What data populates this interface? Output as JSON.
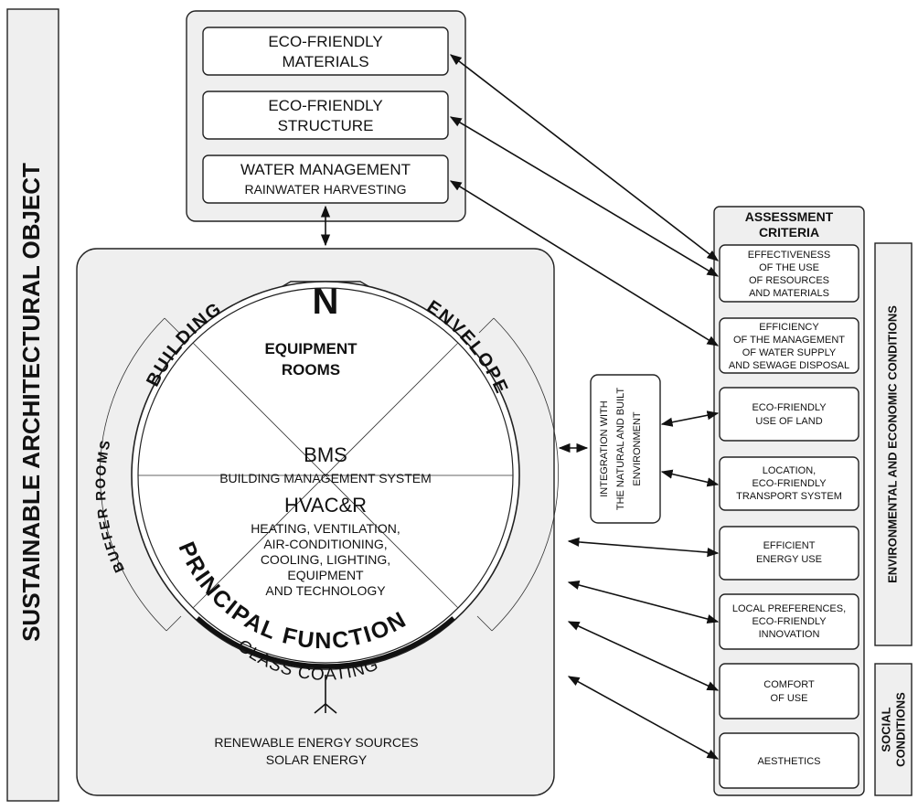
{
  "left_panel": {
    "title": "SUSTAINABLE ARCHITECTURAL OBJECT"
  },
  "top_group": {
    "boxes": [
      {
        "line1": "ECO-FRIENDLY",
        "line2": "MATERIALS"
      },
      {
        "line1": "ECO-FRIENDLY",
        "line2": "STRUCTURE"
      },
      {
        "line1": "WATER MANAGEMENT",
        "line2": "RAINWATER HARVESTING"
      }
    ]
  },
  "building": {
    "north": "N",
    "arc_left": "BUILDING",
    "arc_right": "ENVELOPE",
    "buffer": "BUFFER ROOMS",
    "equipment": [
      "EQUIPMENT",
      "ROOMS"
    ],
    "bms_title": "BMS",
    "bms_sub": "BUILDING MANAGEMENT SYSTEM",
    "hvac_title": "HVAC&R",
    "hvac_lines": [
      "HEATING, VENTILATION,",
      "AIR-CONDITIONING,",
      "COOLING, LIGHTING,",
      "EQUIPMENT",
      "AND TECHNOLOGY"
    ],
    "principal": "PRINCIPAL FUNCTION",
    "glass": "GLASS COATING",
    "renewable": [
      "RENEWABLE ENERGY SOURCES",
      "SOLAR ENERGY"
    ]
  },
  "integration": {
    "line1": "INTEGRATION WITH",
    "line2": "THE NATURAL AND BUILT",
    "line3": "ENVIRONMENT"
  },
  "assessment": {
    "header": [
      "ASSESSMENT",
      "CRITERIA"
    ],
    "criteria": [
      [
        "EFFECTIVENESS",
        "OF THE USE",
        "OF RESOURCES",
        "AND MATERIALS"
      ],
      [
        "EFFICIENCY",
        "OF THE MANAGEMENT",
        "OF WATER SUPPLY",
        "AND SEWAGE DISPOSAL"
      ],
      [
        "ECO-FRIENDLY",
        "USE OF LAND"
      ],
      [
        "LOCATION,",
        "ECO-FRIENDLY",
        "TRANSPORT SYSTEM"
      ],
      [
        "EFFICIENT",
        "ENERGY USE"
      ],
      [
        "LOCAL PREFERENCES,",
        "ECO-FRIENDLY",
        "INNOVATION"
      ],
      [
        "COMFORT",
        "OF USE"
      ],
      [
        "AESTHETICS"
      ]
    ]
  },
  "side_labels": {
    "env": "ENVIRONMENTAL AND ECONOMIC CONDITIONS",
    "social1": "SOCIAL",
    "social2": "CONDITIONS"
  }
}
